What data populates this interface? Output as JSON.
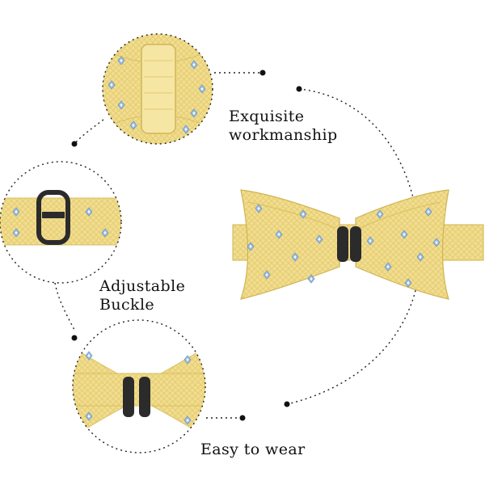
{
  "features": {
    "workmanship": {
      "line1": "Exquisite",
      "line2": "workmanship"
    },
    "buckle": {
      "line1": "Adjustable",
      "line2": "Buckle"
    },
    "wear": {
      "line1": "Easy to wear"
    }
  },
  "colors": {
    "fabric": "#f1dd8f",
    "fabric_light": "#f9eebf",
    "fabric_shadow": "#d9bf60",
    "diamond": "#8fb4dc",
    "buckle": "#2b2b2b",
    "dotted_line": "#222222"
  },
  "icons": {
    "bow_tie": "bow-tie-image",
    "detail_knot": "knot-detail-circle",
    "detail_buckle": "buckle-detail-circle",
    "detail_clip": "clip-detail-circle"
  }
}
